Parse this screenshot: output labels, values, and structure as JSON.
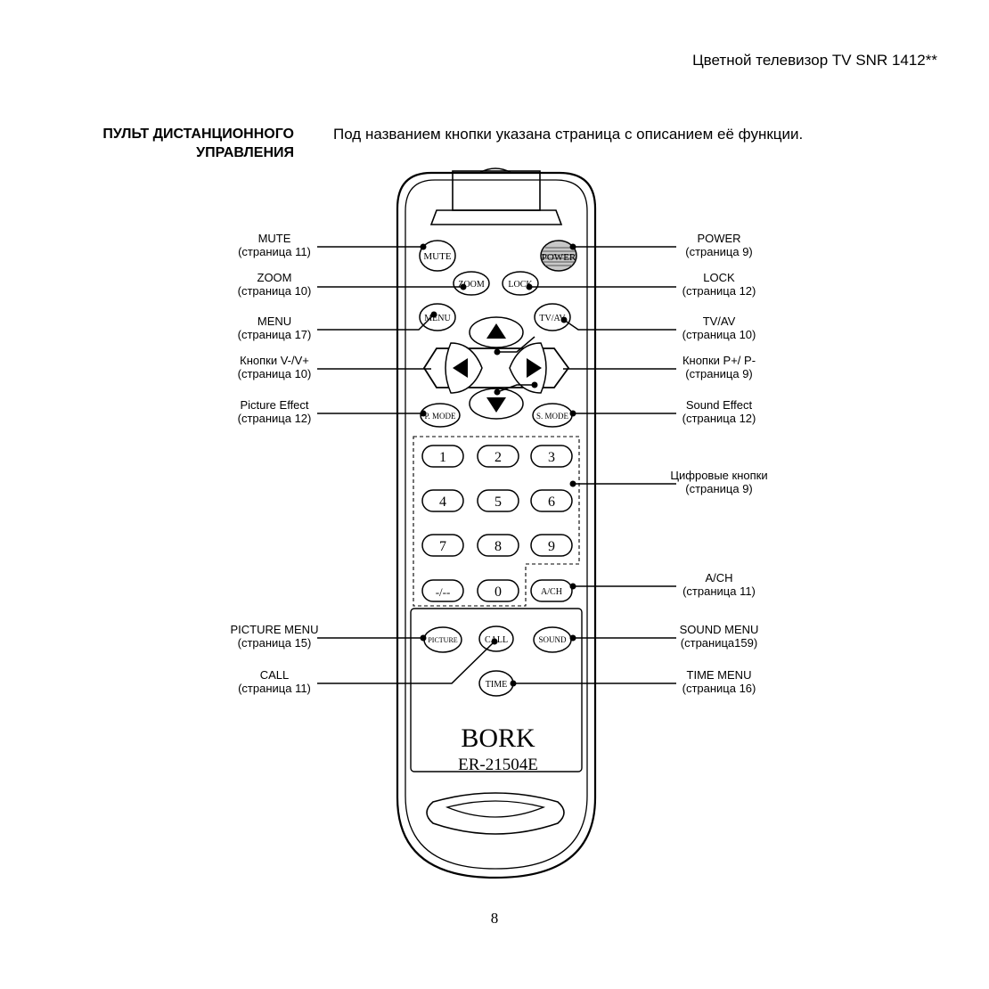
{
  "header": {
    "title": "Цветной телевизор TV SNR 1412**"
  },
  "section": {
    "title_line1": "ПУЛЬТ ДИСТАНЦИОННОГО",
    "title_line2": "УПРАВЛЕНИЯ"
  },
  "intro": "Под названием кнопки указана страница с описанием её функции.",
  "remote": {
    "brand": "BORK",
    "model": "ER-21504E",
    "keys": {
      "mute": "MUTE",
      "power": "POWER",
      "zoom": "ZOOM",
      "lock": "LOCK",
      "menu": "MENU",
      "tvav": "TV/AV",
      "pmode": "P. MODE",
      "smode": "S. MODE",
      "n1": "1",
      "n2": "2",
      "n3": "3",
      "n4": "4",
      "n5": "5",
      "n6": "6",
      "n7": "7",
      "n8": "8",
      "n9": "9",
      "dash": "-/--",
      "n0": "0",
      "ach": "A/CH",
      "picture": "PICTURE",
      "call": "CALL",
      "sound": "SOUND",
      "time": "TIME"
    }
  },
  "labels": {
    "mute": {
      "name": "MUTE",
      "page": "(страница 11)"
    },
    "zoom": {
      "name": "ZOOM",
      "page": "(страница 10)"
    },
    "menu": {
      "name": "MENU",
      "page": "(страница 17)"
    },
    "volume": {
      "name": "Кнопки V-/V+",
      "page": "(страница 10)"
    },
    "picture_effect": {
      "name": "Picture Effect",
      "page": "(страница 12)"
    },
    "picture_menu": {
      "name": "PICTURE MENU",
      "page": "(страница 15)"
    },
    "call": {
      "name": "CALL",
      "page": "(страница 11)"
    },
    "power": {
      "name": "POWER",
      "page": "(страница 9)"
    },
    "lock": {
      "name": "LOCK",
      "page": "(страница 12)"
    },
    "tvav": {
      "name": "TV/AV",
      "page": "(страница 10)"
    },
    "program": {
      "name": "Кнопки P+/ P-",
      "page": "(страница 9)"
    },
    "sound_effect": {
      "name": "Sound Effect",
      "page": "(страница 12)"
    },
    "digits": {
      "name": "Цифровые кнопки",
      "page": "(страница 9)"
    },
    "ach": {
      "name": "A/CH",
      "page": "(страница 11)"
    },
    "sound_menu": {
      "name": "SOUND MENU",
      "page": "(страница159)"
    },
    "time_menu": {
      "name": "TIME MENU",
      "page": "(страница 16)"
    }
  },
  "page_number": "8"
}
